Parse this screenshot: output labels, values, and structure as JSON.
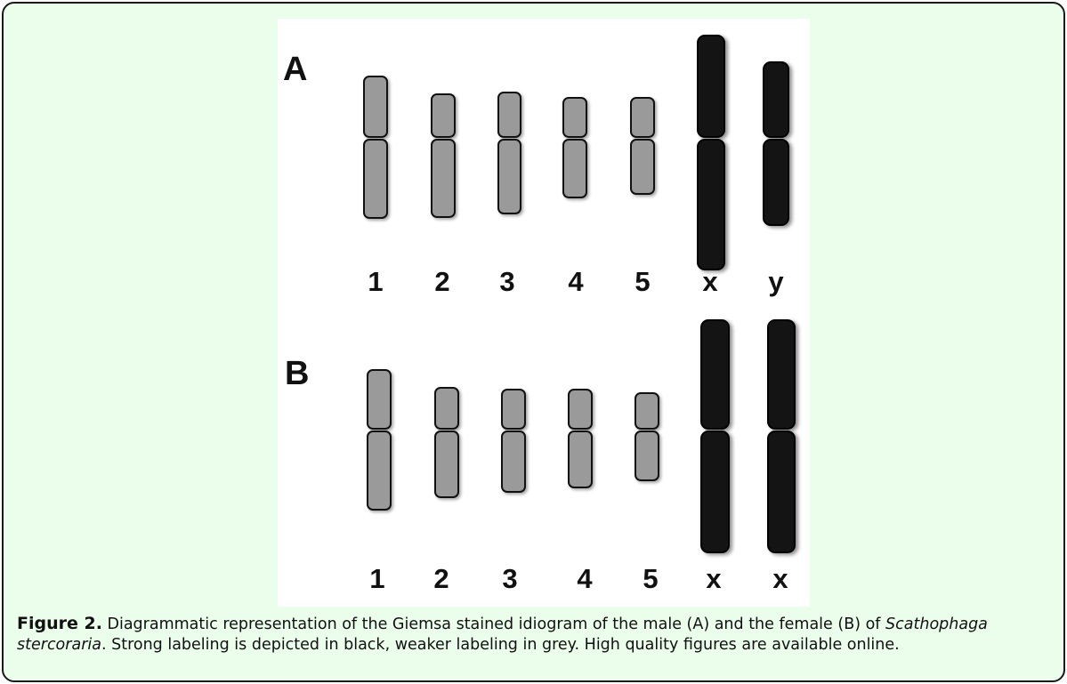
{
  "figure": {
    "panels": [
      {
        "id": "A",
        "letter": "A",
        "chromosome_labels": [
          "1",
          "2",
          "3",
          "4",
          "5",
          "x",
          "y"
        ],
        "staining": [
          "grey",
          "grey",
          "grey",
          "grey",
          "grey",
          "black",
          "black"
        ]
      },
      {
        "id": "B",
        "letter": "B",
        "chromosome_labels": [
          "1",
          "2",
          "3",
          "4",
          "5",
          "x",
          "x"
        ],
        "staining": [
          "grey",
          "grey",
          "grey",
          "grey",
          "grey",
          "black",
          "black"
        ]
      }
    ],
    "colors": {
      "weak_label": "#9a9a9a",
      "strong_label": "#141414",
      "background": "#ebfdeb"
    }
  },
  "caption": {
    "label": "Figure 2.",
    "text_part1": " Diagrammatic representation of the Giemsa stained idiogram of the male (A) and the female (B) of ",
    "species": "Scathophaga stercoraria",
    "text_part2": ". Strong labeling is depicted in black, weaker labeling in grey. High quality figures are available online."
  }
}
